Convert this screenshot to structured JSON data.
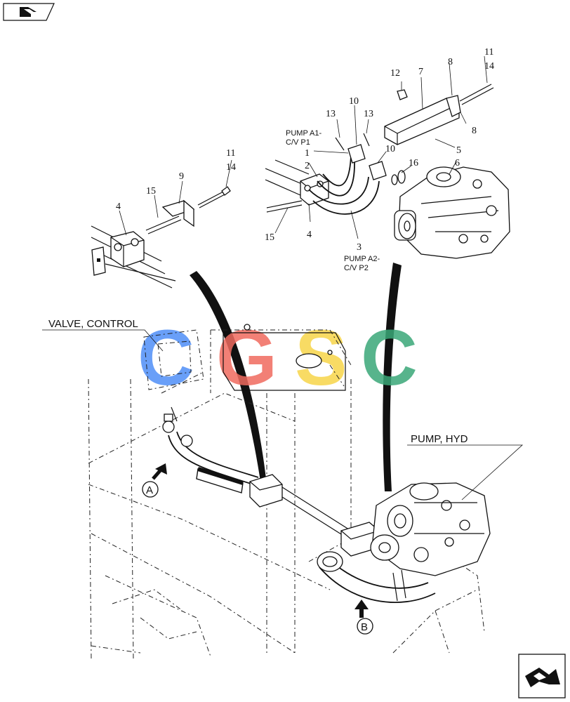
{
  "nav": {
    "prev_icon": "page-back-icon",
    "next_icon": "page-next-icon"
  },
  "callouts": {
    "valve_control": "VALVE, CONTROL",
    "pump_hyd": "PUMP, HYD",
    "pump_a1": "PUMP A1-",
    "cv_p1": "C/V P1",
    "pump_a2": "PUMP A2-",
    "cv_p2": "C/V P2",
    "view_a": "A",
    "view_b": "B"
  },
  "parts": {
    "p1": "1",
    "p2": "2",
    "p3": "3",
    "p4a": "4",
    "p4b": "4",
    "p5": "5",
    "p6": "6",
    "p7": "7",
    "p8a": "8",
    "p8b": "8",
    "p9": "9",
    "p10a": "10",
    "p10b": "10",
    "p11a": "11",
    "p11b": "11",
    "p12": "12",
    "p13a": "13",
    "p13b": "13",
    "p14a": "14",
    "p14b": "14",
    "p15a": "15",
    "p15b": "15",
    "p16": "16"
  },
  "watermark": {
    "letters": [
      "C",
      "G",
      "S",
      "C"
    ],
    "colors": [
      "#4f8ff7",
      "#f06b5f",
      "#f7d54a",
      "#3aa878"
    ]
  }
}
